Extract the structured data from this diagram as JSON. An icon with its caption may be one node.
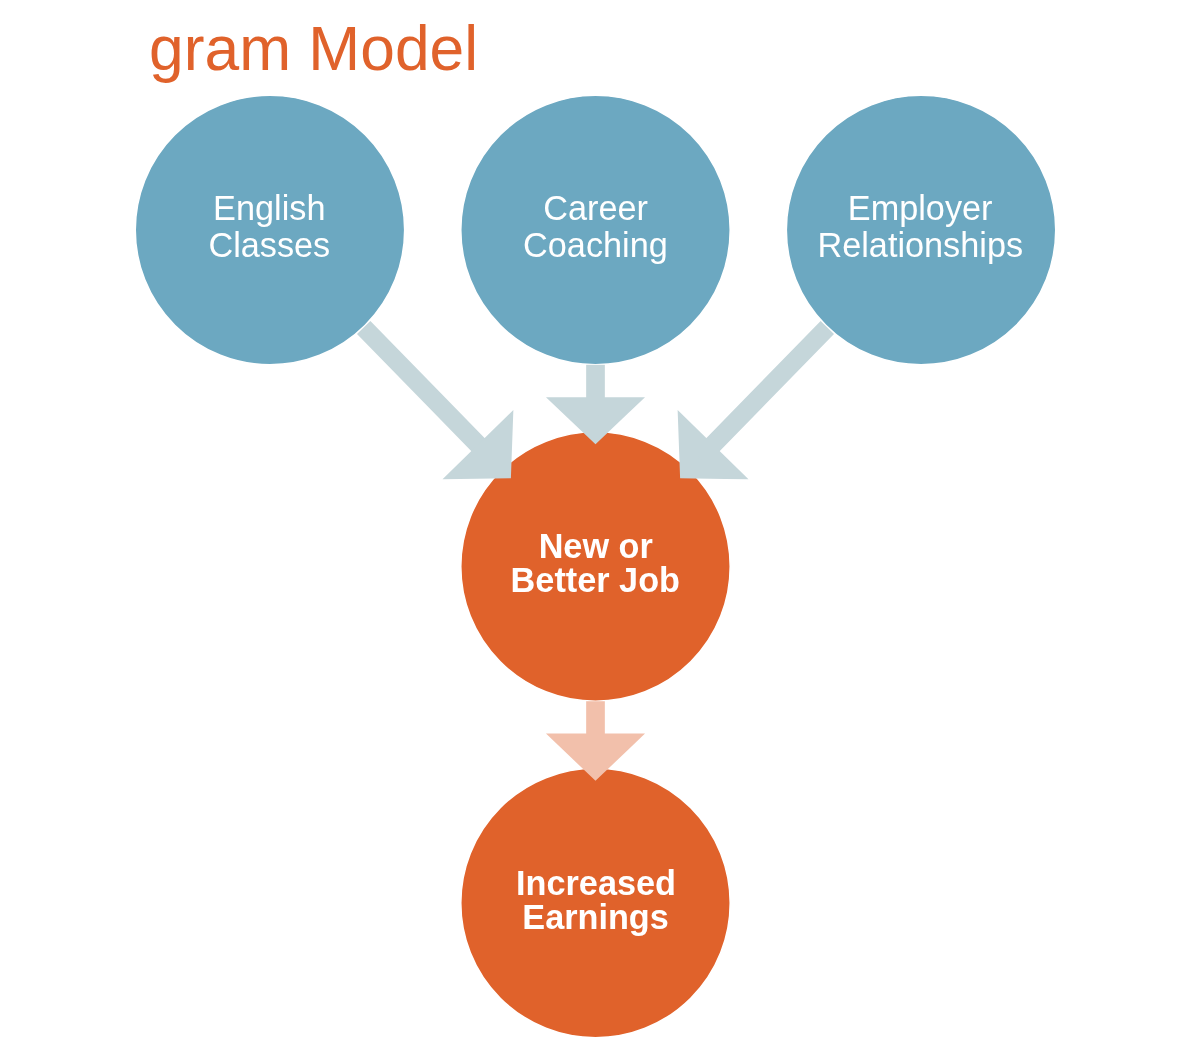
{
  "diagram": {
    "title": "gram Model",
    "nodes": [
      {
        "text": [
          "Career Coaching"
        ]
      },
      {
        "text": [
          "English Classes"
        ]
      },
      {
        "text": [
          "Employer Relationships"
        ]
      },
      {
        "text": [
          "New or Better Job"
        ]
      },
      {
        "text": [
          "Increased Earnings"
        ]
      }
    ],
    "edges": [
      {
        "from": 1,
        "to": 3,
        "arrow": "to"
      },
      {
        "from": 0,
        "to": 3,
        "arrow": "to"
      },
      {
        "from": 2,
        "to": 3,
        "arrow": "to"
      },
      {
        "from": 3,
        "to": 4,
        "arrow": "to",
        "color": "#f2c0ab"
      }
    ]
  }
}
